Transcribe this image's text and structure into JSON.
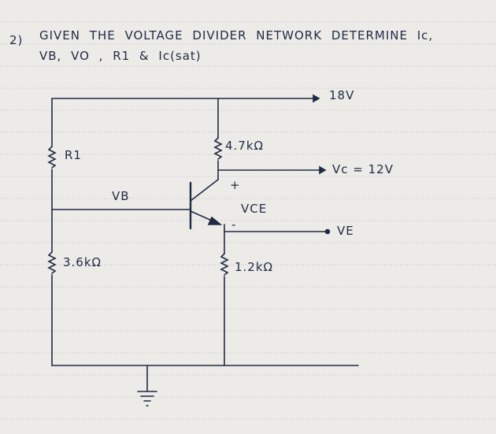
{
  "question": {
    "number": "2)",
    "line1": "GIVEN THE VOLTAGE DIVIDER NETWORK DETERMINE Ic,",
    "line2": "VB, VO , R1 & Ic(sat)"
  },
  "circuit": {
    "supply": "18V",
    "r1": "R1",
    "r2": "3.6kΩ",
    "rc": "4.7kΩ",
    "re": "1.2kΩ",
    "vb": "VB",
    "vc": "Vc = 12V",
    "vce": "VCE",
    "ve": "VE",
    "plus": "+",
    "minus": "-"
  },
  "colors": {
    "ink": "#1f2a44",
    "paper": "#ecebe8",
    "rule": "#c9c9c9"
  }
}
